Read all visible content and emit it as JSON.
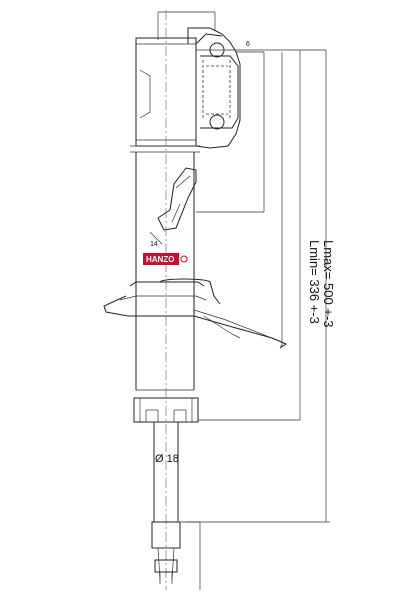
{
  "drawing": {
    "brand": "HANZO",
    "lmax_label": "Lmax= 500 +-3",
    "lmin_label": "Lmin= 336 +-3",
    "rod_diameter_label": "Ø 18",
    "bracket_tick": "6",
    "angle_tick": "14",
    "colors": {
      "brand_badge": "#c8102e",
      "line": "#222222"
    }
  }
}
